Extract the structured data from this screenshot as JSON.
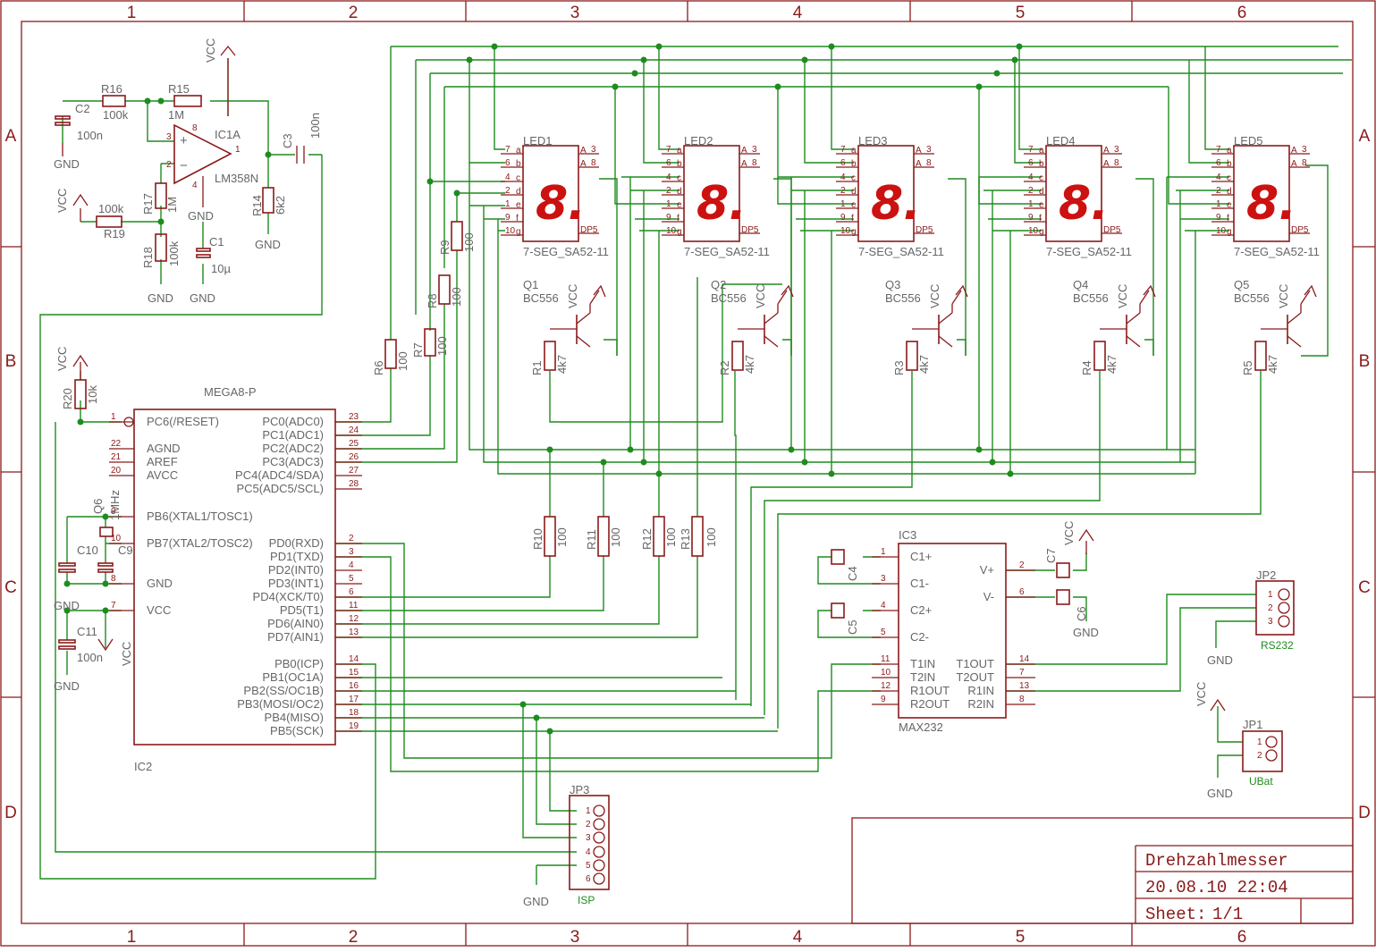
{
  "grid": {
    "columns": [
      "1",
      "2",
      "3",
      "4",
      "5",
      "6"
    ],
    "rows": [
      "A",
      "B",
      "C",
      "D"
    ]
  },
  "title_block": {
    "title": "Drehzahlmesser",
    "date": "20.08.10 22:04",
    "sheet_label": "Sheet:",
    "sheet_value": "1/1"
  },
  "colors": {
    "schematic": "#8b1a1a",
    "wire": "#1e8c1e",
    "segment": "#cc1111",
    "label": "#666666"
  },
  "mcu": {
    "name": "MEGA8-P",
    "ref": "IC2",
    "left_pins": [
      {
        "num": "1",
        "name": "PC6(/RESET)"
      },
      {
        "num": "22",
        "name": "AGND"
      },
      {
        "num": "21",
        "name": "AREF"
      },
      {
        "num": "20",
        "name": "AVCC"
      },
      {
        "num": "9",
        "name": "PB6(XTAL1/TOSC1)"
      },
      {
        "num": "10",
        "name": "PB7(XTAL2/TOSC2)"
      },
      {
        "num": "8",
        "name": "GND"
      },
      {
        "num": "7",
        "name": "VCC"
      }
    ],
    "right_pins": [
      {
        "num": "23",
        "name": "PC0(ADC0)"
      },
      {
        "num": "24",
        "name": "PC1(ADC1)"
      },
      {
        "num": "25",
        "name": "PC2(ADC2)"
      },
      {
        "num": "26",
        "name": "PC3(ADC3)"
      },
      {
        "num": "27",
        "name": "PC4(ADC4/SDA)"
      },
      {
        "num": "28",
        "name": "PC5(ADC5/SCL)"
      },
      {
        "num": "2",
        "name": "PD0(RXD)"
      },
      {
        "num": "3",
        "name": "PD1(TXD)"
      },
      {
        "num": "4",
        "name": "PD2(INT0)"
      },
      {
        "num": "5",
        "name": "PD3(INT1)"
      },
      {
        "num": "6",
        "name": "PD4(XCK/T0)"
      },
      {
        "num": "11",
        "name": "PD5(T1)"
      },
      {
        "num": "12",
        "name": "PD6(AIN0)"
      },
      {
        "num": "13",
        "name": "PD7(AIN1)"
      },
      {
        "num": "14",
        "name": "PB0(ICP)"
      },
      {
        "num": "15",
        "name": "PB1(OC1A)"
      },
      {
        "num": "16",
        "name": "PB2(SS/OC1B)"
      },
      {
        "num": "17",
        "name": "PB3(MOSI/OC2)"
      },
      {
        "num": "18",
        "name": "PB4(MISO)"
      },
      {
        "num": "19",
        "name": "PB5(SCK)"
      }
    ]
  },
  "max232": {
    "name": "MAX232",
    "ref": "IC3",
    "left_pins": [
      {
        "num": "1",
        "name": "C1+"
      },
      {
        "num": "3",
        "name": "C1-"
      },
      {
        "num": "4",
        "name": "C2+"
      },
      {
        "num": "5",
        "name": "C2-"
      },
      {
        "num": "11",
        "name": "T1IN"
      },
      {
        "num": "10",
        "name": "T2IN"
      },
      {
        "num": "12",
        "name": "R1OUT"
      },
      {
        "num": "9",
        "name": "R2OUT"
      }
    ],
    "right_pins": [
      {
        "num": "2",
        "name": "V+"
      },
      {
        "num": "6",
        "name": "V-"
      },
      {
        "num": "14",
        "name": "T1OUT"
      },
      {
        "num": "7",
        "name": "T2OUT"
      },
      {
        "num": "13",
        "name": "R1IN"
      },
      {
        "num": "8",
        "name": "R2IN"
      }
    ]
  },
  "displays": [
    {
      "ref": "LED1",
      "part": "7-SEG_SA52-11",
      "digit": "8."
    },
    {
      "ref": "LED2",
      "part": "7-SEG_SA52-11",
      "digit": "8."
    },
    {
      "ref": "LED3",
      "part": "7-SEG_SA52-11",
      "digit": "8."
    },
    {
      "ref": "LED4",
      "part": "7-SEG_SA52-11",
      "digit": "8."
    },
    {
      "ref": "LED5",
      "part": "7-SEG_SA52-11",
      "digit": "8."
    }
  ],
  "display_pins": {
    "left": [
      {
        "num": "7",
        "seg": "a"
      },
      {
        "num": "6",
        "seg": "b"
      },
      {
        "num": "4",
        "seg": "c"
      },
      {
        "num": "2",
        "seg": "d"
      },
      {
        "num": "1",
        "seg": "e"
      },
      {
        "num": "9",
        "seg": "f"
      },
      {
        "num": "10",
        "seg": "g"
      }
    ],
    "right": [
      {
        "name": "A",
        "num": "3"
      },
      {
        "name": "A",
        "num": "8"
      },
      {
        "name": "DP5",
        "num": ""
      }
    ]
  },
  "transistors": [
    {
      "ref": "Q1",
      "part": "BC556",
      "base_r": "R1",
      "base_r_val": "4k7"
    },
    {
      "ref": "Q2",
      "part": "BC556",
      "base_r": "R2",
      "base_r_val": "4k7"
    },
    {
      "ref": "Q3",
      "part": "BC556",
      "base_r": "R3",
      "base_r_val": "4k7"
    },
    {
      "ref": "Q4",
      "part": "BC556",
      "base_r": "R4",
      "base_r_val": "4k7"
    },
    {
      "ref": "Q5",
      "part": "BC556",
      "base_r": "R5",
      "base_r_val": "4k7"
    }
  ],
  "segment_resistors": [
    {
      "ref": "R6",
      "value": "100"
    },
    {
      "ref": "R7",
      "value": "100"
    },
    {
      "ref": "R8",
      "value": "100"
    },
    {
      "ref": "R9",
      "value": "100"
    },
    {
      "ref": "R10",
      "value": "100"
    },
    {
      "ref": "R11",
      "value": "100"
    },
    {
      "ref": "R12",
      "value": "100"
    },
    {
      "ref": "R13",
      "value": "100"
    }
  ],
  "opamp": {
    "ref": "IC1A",
    "part": "LM358N",
    "R15": "R15",
    "R15_val": "1M",
    "R16": "R16",
    "R16_val": "100k",
    "R17": "R17",
    "R17_val": "1M",
    "R18": "R18",
    "R18_val": "100k",
    "R19": "R19",
    "R19_val": "100k",
    "R14": "R14",
    "R14_val": "6k2",
    "C1": "C1",
    "C1_val": "10µ",
    "C2": "C2",
    "C2_val": "100n",
    "C3": "C3",
    "C3_val": "100n"
  },
  "passives": {
    "R20": "R20",
    "R20_val": "10k",
    "Q6": "Q6",
    "Q6_val": "1MHz",
    "C9": "C9",
    "C10": "C10",
    "C11": "C11",
    "C11_val": "100n",
    "C4": "C4",
    "C5": "C5",
    "C6": "C6",
    "C7": "C7"
  },
  "connectors": {
    "JP1": "JP1",
    "JP1_label": "UBat",
    "JP2": "JP2",
    "JP2_label": "RS232",
    "JP3": "JP3",
    "JP3_label": "ISP"
  },
  "power": {
    "vcc": "VCC",
    "gnd": "GND"
  }
}
